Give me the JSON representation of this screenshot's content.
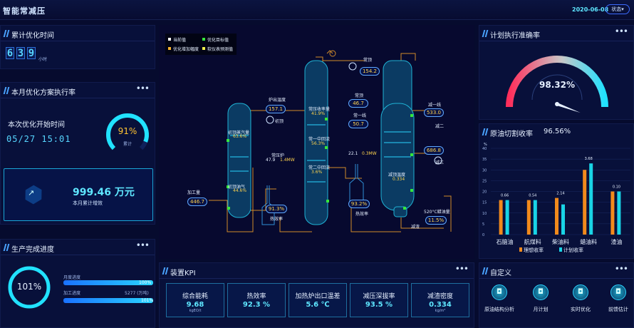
{
  "header": {
    "title": "智能常减压",
    "date": "2020-06-08",
    "state_label": "状态▾"
  },
  "cumulative": {
    "title": "累计优化时间",
    "digits": [
      "6",
      "3",
      "9"
    ],
    "unit": "小时"
  },
  "exec_rate": {
    "title": "本月优化方案执行率",
    "start_label": "本次优化开始时间",
    "start_time": "05/27  15:01",
    "gauge_value": "91%",
    "gauge_sub": "累计",
    "gauge_fraction": 0.91,
    "benefit_value": "999.46 万元",
    "benefit_label": "本月累计增效"
  },
  "production": {
    "title": "生产完成进度",
    "percent": "101%",
    "fraction": 1.01,
    "bar1_label": "月度进度",
    "bar1_value": "100%",
    "bar1_fraction": 1.0,
    "bar2_label": "加工进度",
    "bar2_value": "5277 (万吨)",
    "bar3_value": "101%",
    "bar3_fraction": 1.0
  },
  "legend": {
    "a": "当前值",
    "b": "优化目标值",
    "c": "优化增加幅度",
    "d": "软仪表预测值"
  },
  "process": {
    "furnace": "加工量",
    "feed_value": "446.7",
    "t1": "157.1",
    "t1_label": "炉出温度",
    "pump_label": "初顶",
    "c1_label1": "初顶蒸汽量",
    "c1_val1": "63.6%",
    "c1_label2": "初顶油气",
    "c1_val2": "44.6%",
    "f1_label": "常压炉",
    "f1_val": "47.9",
    "f1_mw": "1.4MW",
    "p1_val": "91.3%",
    "p1_label": "热效率",
    "c2_label1": "常压收率量",
    "c2_val1": "41.9%",
    "c2_label2": "常一中回流",
    "c2_val2": "56.3%",
    "c2_label3": "常二中回流",
    "c2_val3": "3.6%",
    "top_label": "常顶",
    "top_val": "154.2",
    "r1_label": "常顶",
    "r1_val": "46.7",
    "r2_label": "常一线",
    "r2_val": "50.7",
    "f2_val": "22.1",
    "f2_mw": "0.3MW",
    "p2_val": "93.2%",
    "p2_label": "热效率",
    "c3_label": "减顶温度",
    "c3_val": "0.334",
    "v1_label": "减一线",
    "v1_val": "533.0",
    "v2_label": "减二",
    "v3_label": "减三",
    "v3_val": "686.8",
    "bottom_label": "520°C蜡油量",
    "bottom_val": "11.5%",
    "res_label": "减渣"
  },
  "kpi": {
    "title": "装置KPI",
    "items": [
      {
        "label": "综合能耗",
        "value": "9.68",
        "unit": "kgEO/t"
      },
      {
        "label": "热效率",
        "value": "92.3 %",
        "unit": ""
      },
      {
        "label": "加热炉出口温差",
        "value": "5.6 ℃",
        "unit": ""
      },
      {
        "label": "减压深拔率",
        "value": "93.5 %",
        "unit": ""
      },
      {
        "label": "减渣密度",
        "value": "0.334",
        "unit": "kg/m³"
      }
    ]
  },
  "plan": {
    "title": "计划执行准确率",
    "value": "98.32%",
    "fraction": 0.9832
  },
  "yield": {
    "title": "原油切割收率",
    "rate": "96.56%",
    "y_unit": "%",
    "y_ticks": [
      "40",
      "35",
      "30",
      "25",
      "20",
      "15",
      "10",
      "5",
      "0"
    ],
    "legend_a": "理想收率",
    "legend_b": "计划收率",
    "colors": {
      "actual": "#f28a1c",
      "plan": "#19d4e6"
    }
  },
  "chart_data": {
    "type": "bar",
    "categories": [
      "石脑油",
      "航煤料",
      "柴油料",
      "蜡油料",
      "渣油"
    ],
    "series": [
      {
        "name": "理想收率",
        "values": [
          16,
          16,
          17,
          30,
          20
        ]
      },
      {
        "name": "计划收率",
        "values": [
          16,
          16,
          14,
          33,
          20
        ]
      }
    ],
    "data_labels": [
      "0.66",
      "0.54",
      "2.14",
      "3.68",
      "0.10"
    ],
    "ylim": [
      0,
      40
    ],
    "ylabel": "%",
    "grid": true,
    "legend": "bottom"
  },
  "custom": {
    "title": "自定义",
    "items": [
      {
        "label": "原油结构分析",
        "icon": "◘"
      },
      {
        "label": "月计划",
        "icon": "◘"
      },
      {
        "label": "实时优化",
        "icon": "◘"
      },
      {
        "label": "前馈估计",
        "icon": "◘"
      }
    ]
  }
}
